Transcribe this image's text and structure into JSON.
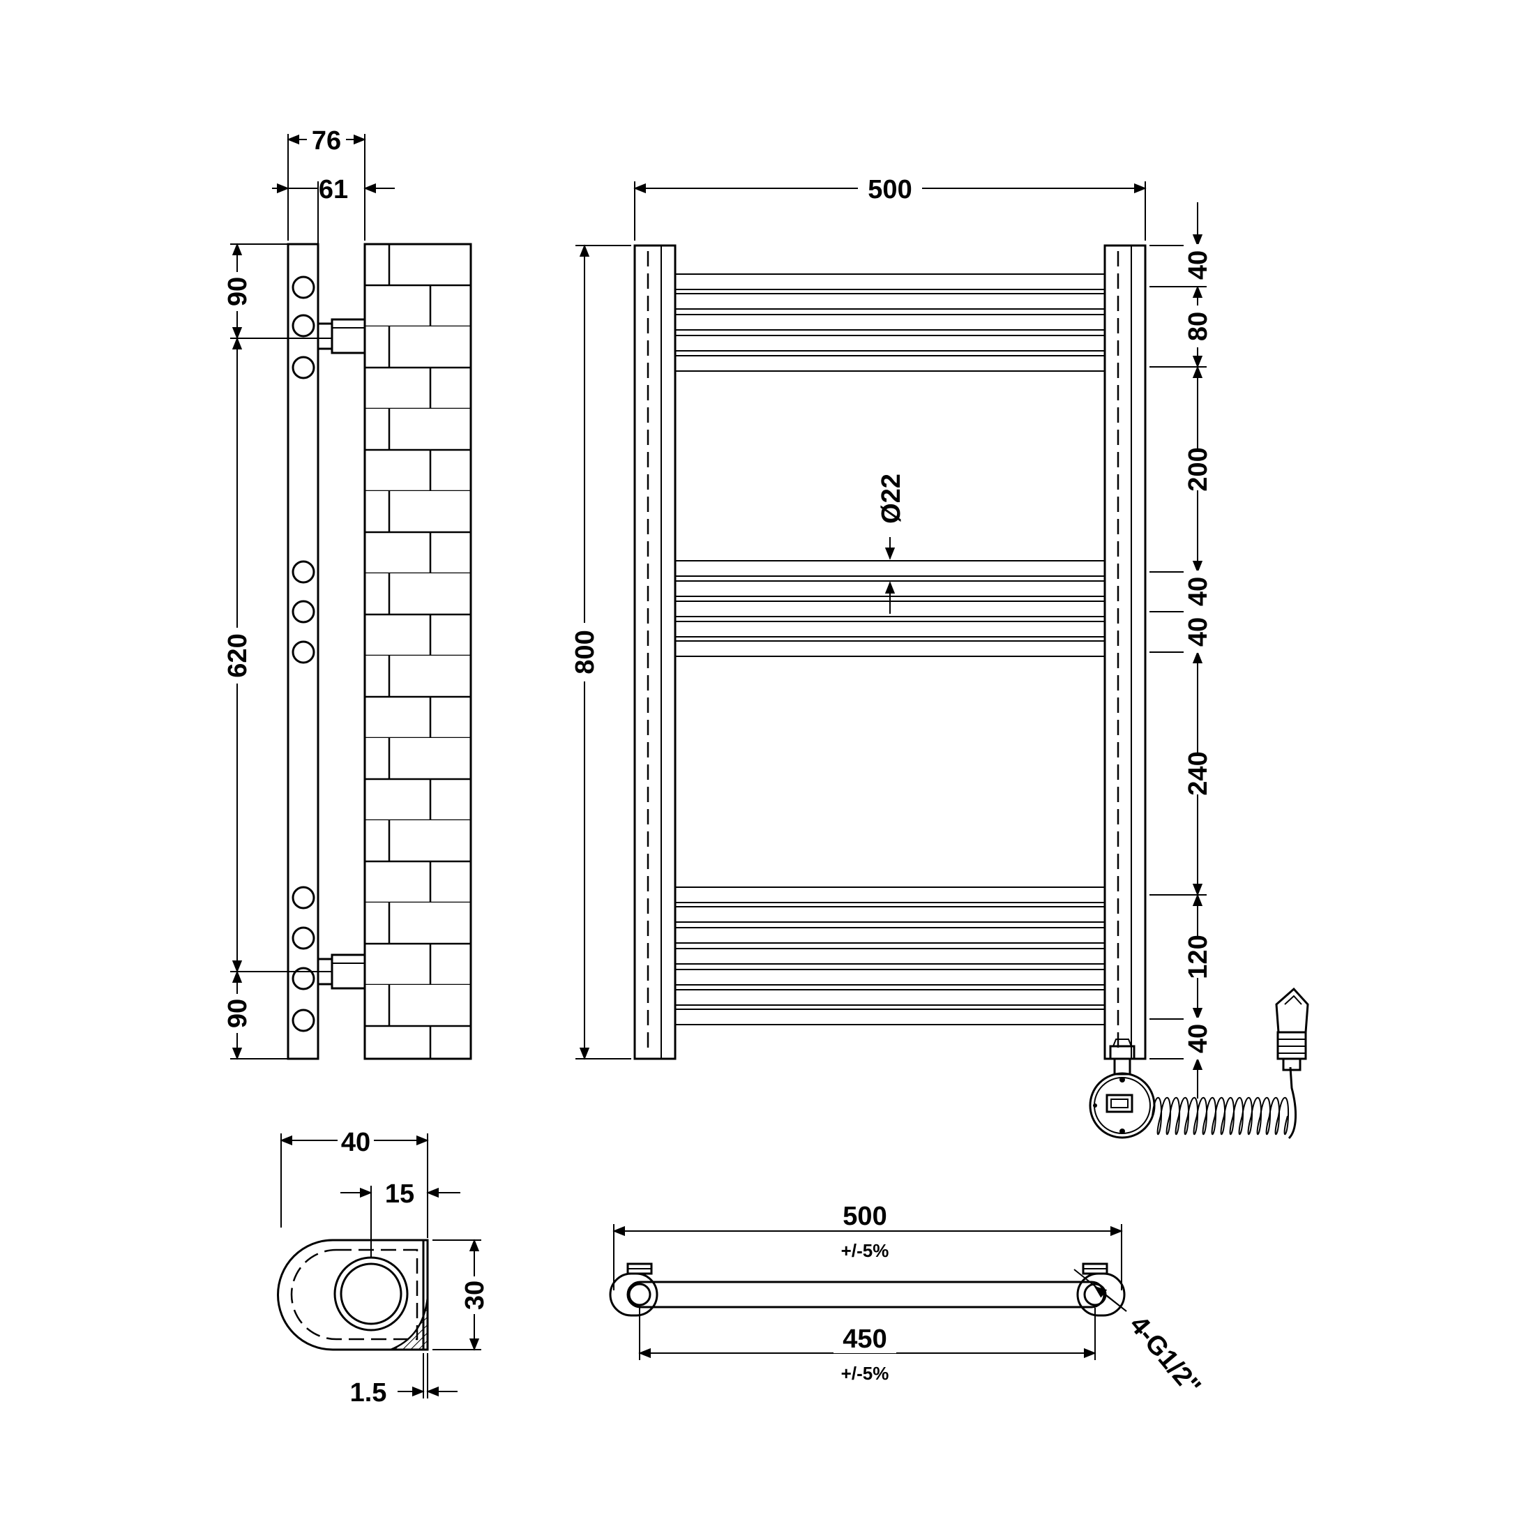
{
  "side_view": {
    "depth_total": "76",
    "depth_wall": "61",
    "height_top": "90",
    "height_mid": "620",
    "height_bottom": "90"
  },
  "front_view": {
    "width": "500",
    "height": "800",
    "tube_diameter": "Ø22",
    "spacing": [
      "40",
      "80",
      "200",
      "40",
      "40",
      "240",
      "120",
      "40"
    ]
  },
  "section_view": {
    "width": "40",
    "offset": "15",
    "depth": "30",
    "wall": "1.5"
  },
  "plan_view": {
    "width": "500",
    "width_tolerance": "+/-5%",
    "centres": "450",
    "centres_tolerance": "+/-5%",
    "connections": "4-G1/2\""
  }
}
